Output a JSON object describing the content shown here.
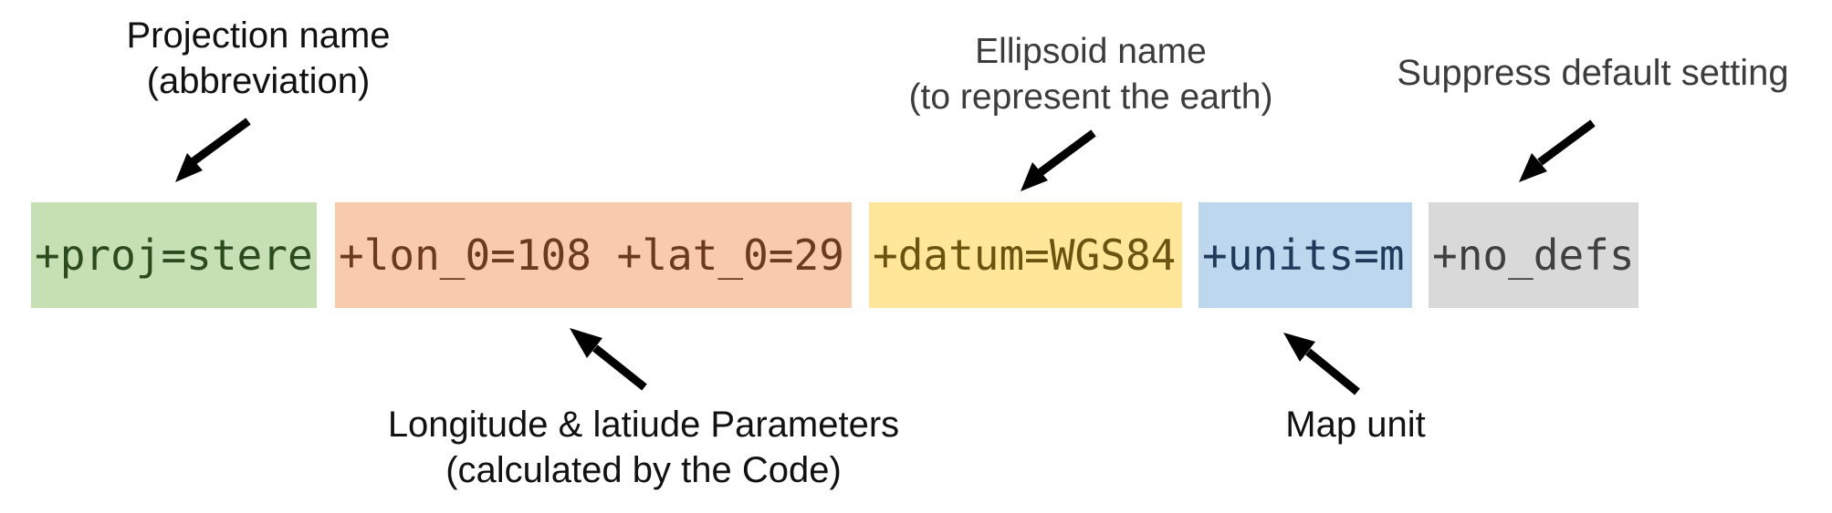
{
  "segments": {
    "proj": "+proj=stere",
    "lonlat": "+lon_0=108 +lat_0=29",
    "datum": "+datum=WGS84",
    "units": "+units=m",
    "nodefs": "+no_defs"
  },
  "labels": {
    "projection": {
      "line1": "Projection name",
      "line2": "(abbreviation)"
    },
    "ellipsoid": {
      "line1": "Ellipsoid name",
      "line2": "(to represent the earth)"
    },
    "suppress": {
      "line1": "Suppress default setting"
    },
    "lonlat": {
      "line1": "Longitude & latiude Parameters",
      "line2": "(calculated by the Code)"
    },
    "mapunit": {
      "line1": "Map unit"
    }
  },
  "colors": {
    "proj": "#c6e0b4",
    "lonlat": "#f8cbad",
    "datum": "#ffe699",
    "units": "#bdd7ee",
    "nodefs": "#d9d9d9",
    "arrow": "#000000"
  }
}
